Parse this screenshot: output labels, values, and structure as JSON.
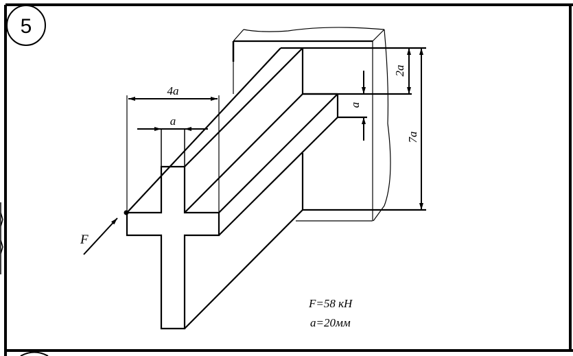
{
  "problem_number": "5",
  "dimensions": {
    "width_total": "4a",
    "web_width": "a",
    "flange_offset": "2a",
    "flange_thickness": "a",
    "height_total": "7a"
  },
  "force_label": "F",
  "given": {
    "force": "F=58 кН",
    "size": "a=20мм"
  }
}
